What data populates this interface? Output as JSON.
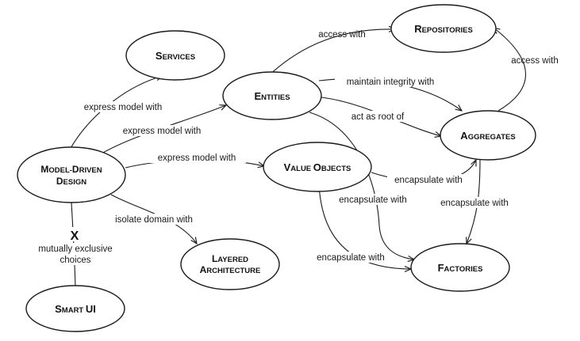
{
  "nodes": {
    "services": {
      "big": [
        "S"
      ],
      "small": [
        "ERVICES"
      ]
    },
    "repositories": {
      "big": [
        "R"
      ],
      "small": [
        "EPOSITORIES"
      ]
    },
    "entities": {
      "big": [
        "E"
      ],
      "small": [
        "NTITIES"
      ]
    },
    "aggregates": {
      "big": [
        "A"
      ],
      "small": [
        "GGREGATES"
      ]
    },
    "model_driven_design": {
      "line1_big": [
        "M",
        "D"
      ],
      "line1_small": [
        "ODEL-",
        "RIVEN"
      ],
      "line2_big": [
        "D"
      ],
      "line2_small": [
        "ESIGN"
      ]
    },
    "value_objects": {
      "big": [
        "V",
        "O"
      ],
      "small": [
        "ALUE ",
        "BJECTS"
      ]
    },
    "layered_architecture": {
      "line1_big": [
        "L"
      ],
      "line1_small": [
        "AYERED"
      ],
      "line2_big": [
        "A"
      ],
      "line2_small": [
        "RCHITECTURE"
      ]
    },
    "factories": {
      "big": [
        "F"
      ],
      "small": [
        "ACTORIES"
      ]
    },
    "smart_ui": {
      "big": [
        "S",
        "UI"
      ],
      "small": [
        "MART "
      ]
    }
  },
  "edge_labels": {
    "access_with_top": "access with",
    "access_with_right": "access with",
    "express_model_with_services": "express model with",
    "express_model_with_entities": "express model with",
    "express_model_with_value_objects": "express model with",
    "maintain_integrity_with": "maintain integrity with",
    "act_as_root_of": "act as root of",
    "encapsulate_with_vo_aggregates": "encapsulate with",
    "encapsulate_with_entities_factories": "encapsulate with",
    "encapsulate_with_aggregates_factories": "encapsulate with",
    "encapsulate_with_vo_factories": "encapsulate with",
    "isolate_domain_with": "isolate domain with",
    "x_mark": "X",
    "mutually_exclusive_line1": "mutually exclusive",
    "mutually_exclusive_line2": "choices"
  }
}
